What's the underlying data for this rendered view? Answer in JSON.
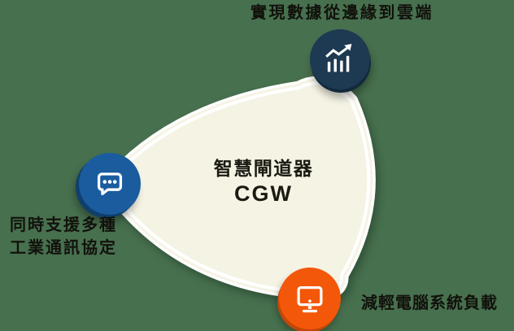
{
  "background_color": "#47704E",
  "center_node": {
    "title": "智慧閘道器",
    "subtitle": "CGW",
    "fill_color": "#F5F3E4",
    "outline_color": "#FFFFFF"
  },
  "nodes": {
    "cloud": {
      "label": "實現數據從邊緣到雲端",
      "icon": "trend-chart-icon",
      "circle_color": "#1E3A52"
    },
    "protocols": {
      "label_line1": "同時支援多種",
      "label_line2": "工業通訊協定",
      "icon": "chat-bubble-icon",
      "circle_color": "#1A5C9E"
    },
    "offload": {
      "label": "減輕電腦系統負載",
      "icon": "monitor-icon",
      "circle_color": "#F3570A"
    }
  },
  "text_color": "#12120C"
}
